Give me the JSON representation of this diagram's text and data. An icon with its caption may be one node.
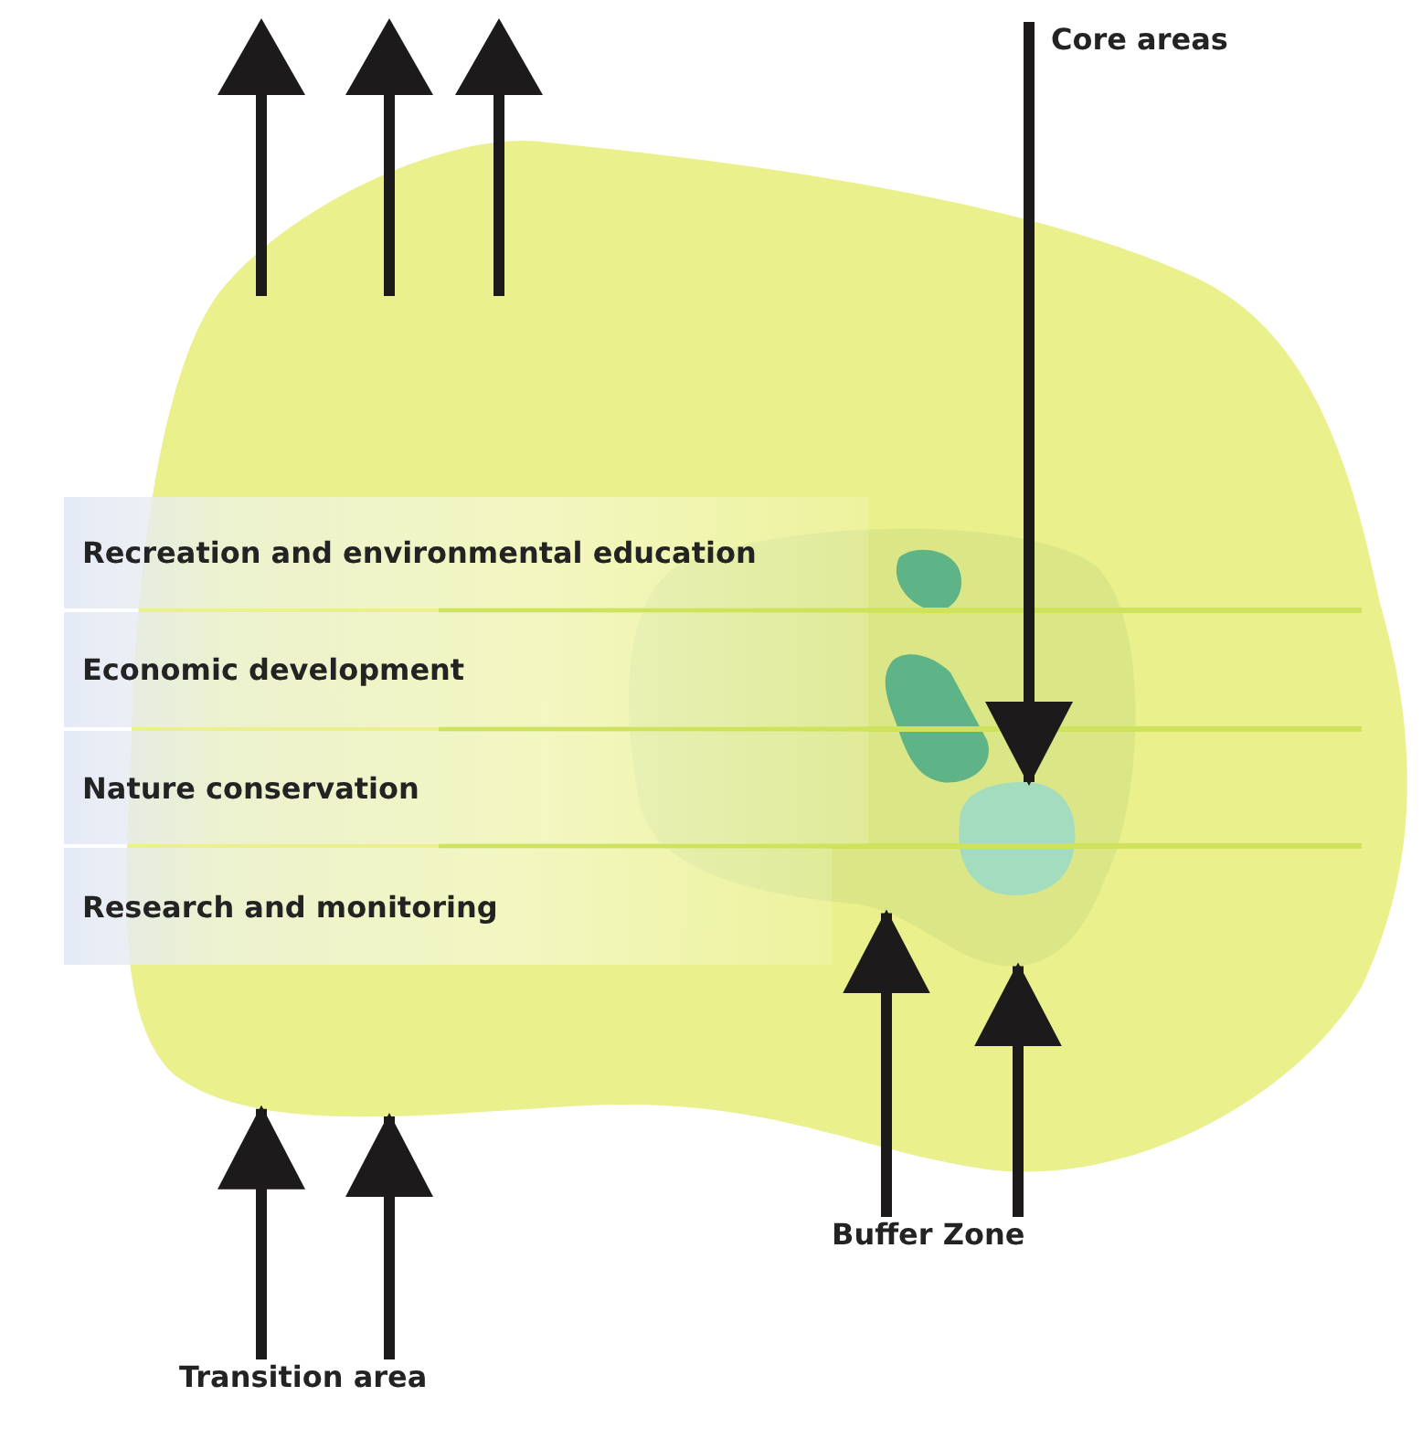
{
  "diagram": {
    "nodes": [
      {
        "text": [],
        "shape": "blob"
      },
      {
        "text": [],
        "shape": "blob",
        "in": 0
      },
      {
        "text": [],
        "shape": "blob",
        "in": 1
      },
      {
        "text": [],
        "shape": "blob",
        "in": 1
      },
      {
        "text": [],
        "shape": "blob",
        "in": 1
      },
      {
        "text": [
          "Recreation and environmental education"
        ]
      },
      {
        "text": [
          "Economic development"
        ]
      },
      {
        "text": [
          "Nature conservation"
        ]
      },
      {
        "text": [
          "Research and monitoring"
        ]
      },
      {
        "text": [
          "Core areas"
        ]
      },
      {
        "text": [
          "Buffer Zone"
        ]
      },
      {
        "text": [
          "Transition area"
        ]
      }
    ],
    "edges": [
      {
        "from": 9,
        "to": 4,
        "arrow": "to"
      },
      {
        "from": 10,
        "to": 1,
        "arrow": "to"
      },
      {
        "from": 10,
        "to": 1,
        "arrow": "to"
      },
      {
        "from": 11,
        "to": 0,
        "arrow": "to"
      },
      {
        "from": 11,
        "to": 0,
        "arrow": "to"
      }
    ]
  }
}
